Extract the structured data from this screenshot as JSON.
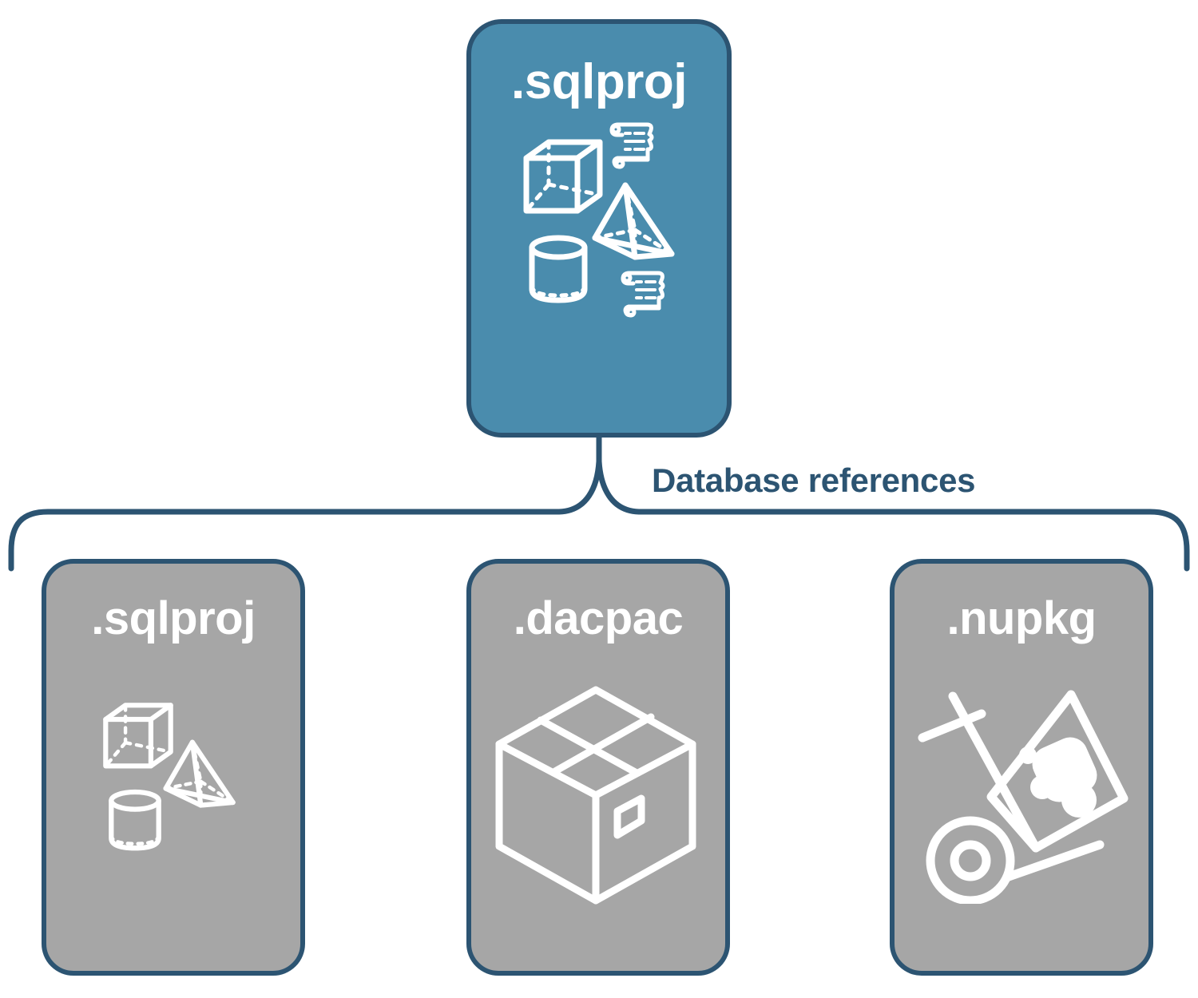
{
  "diagram": {
    "title": "Database references",
    "colors": {
      "source_card_fill": "#4A8CAD",
      "target_card_fill": "#A6A6A6",
      "border": "#2C5472",
      "label_text": "#2C5472",
      "icon_stroke": "#FFFFFF"
    }
  },
  "source": {
    "label": ".sqlproj",
    "icons": [
      {
        "name": "cube-icon"
      },
      {
        "name": "scroll-icon"
      },
      {
        "name": "pyramid-icon"
      },
      {
        "name": "cylinder-icon"
      },
      {
        "name": "scroll-icon"
      }
    ]
  },
  "connector": {
    "label": "Database references"
  },
  "targets": [
    {
      "label": ".sqlproj",
      "icons": [
        {
          "name": "cube-icon"
        },
        {
          "name": "pyramid-icon"
        },
        {
          "name": "cylinder-icon"
        }
      ]
    },
    {
      "label": ".dacpac",
      "icons": [
        {
          "name": "package-box-icon"
        }
      ]
    },
    {
      "label": ".nupkg",
      "icons": [
        {
          "name": "hand-truck-nuget-icon"
        }
      ]
    }
  ]
}
